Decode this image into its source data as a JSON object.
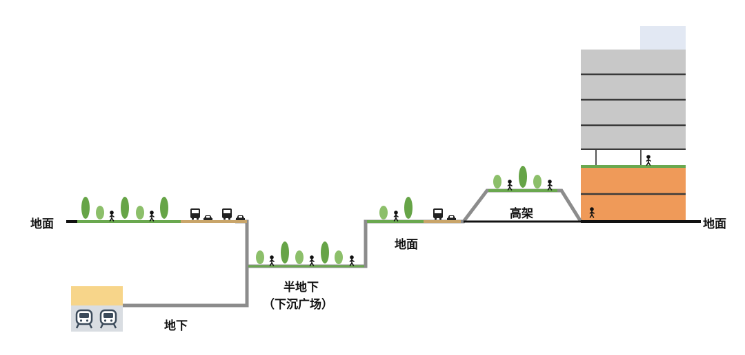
{
  "labels": {
    "ground_left": "地面",
    "ground_middle": "地面",
    "ground_right": "地面",
    "underground": "地下",
    "semi_underground": "半地下",
    "sunken_plaza": "（下沉广场）",
    "elevated": "高架"
  },
  "colors": {
    "path": "#8c8c8c",
    "ground_line": "#111111",
    "grass": "#6aa84f",
    "road": "#c9a56a",
    "tree": "#66a447",
    "tree_light": "#8cbf6a",
    "building_gray": "#c8c8c8",
    "building_sky": "#e2e8f3",
    "floor_line": "#3a3a3a",
    "podium_orange": "#ef9a59",
    "station_yellow": "#f7d58a",
    "station_box": "#d9dde2"
  }
}
